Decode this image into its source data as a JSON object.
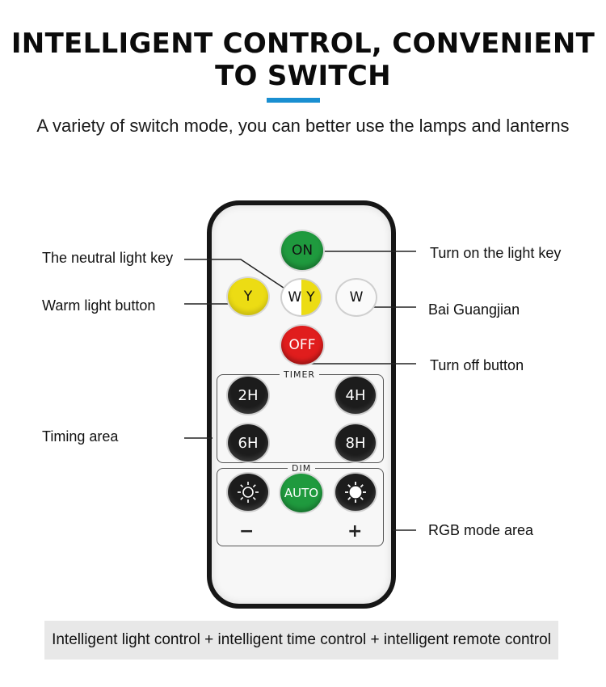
{
  "header": {
    "title_line1": "INTELLIGENT CONTROL, CONVENIENT",
    "title_line2": "TO SWITCH",
    "subtitle": "A variety of switch mode, you can better use the lamps and lanterns",
    "accent_color": "#1a8fd1"
  },
  "remote": {
    "on_label": "ON",
    "off_label": "OFF",
    "y_label": "Y",
    "wy_label_w": "W",
    "wy_label_y": "Y",
    "w_label": "W",
    "timer_label": "TIMER",
    "timer_2h": "2H",
    "timer_4h": "4H",
    "timer_6h": "6H",
    "timer_8h": "8H",
    "dim_label": "DIM",
    "auto_label": "AUTO",
    "minus_label": "−",
    "plus_label": "+",
    "dim_down_icon": "sun-outline-icon",
    "dim_up_icon": "sun-filled-icon"
  },
  "callouts": {
    "neutral_light_key": "The neutral light key",
    "warm_light_button": "Warm light button",
    "timing_area": "Timing area",
    "turn_on_light_key": "Turn on the light key",
    "bai_guangjian": "Bai Guangjian",
    "turn_off_button": "Turn off button",
    "rgb_mode_area": "RGB mode area"
  },
  "footer": {
    "text": "Intelligent light control + intelligent time control + intelligent remote control"
  },
  "colors": {
    "on_green": "#1f9a3e",
    "off_red": "#e01d1d",
    "warm_yellow": "#ecdc14",
    "remote_body": "#f7f7f7",
    "remote_border": "#161616"
  }
}
